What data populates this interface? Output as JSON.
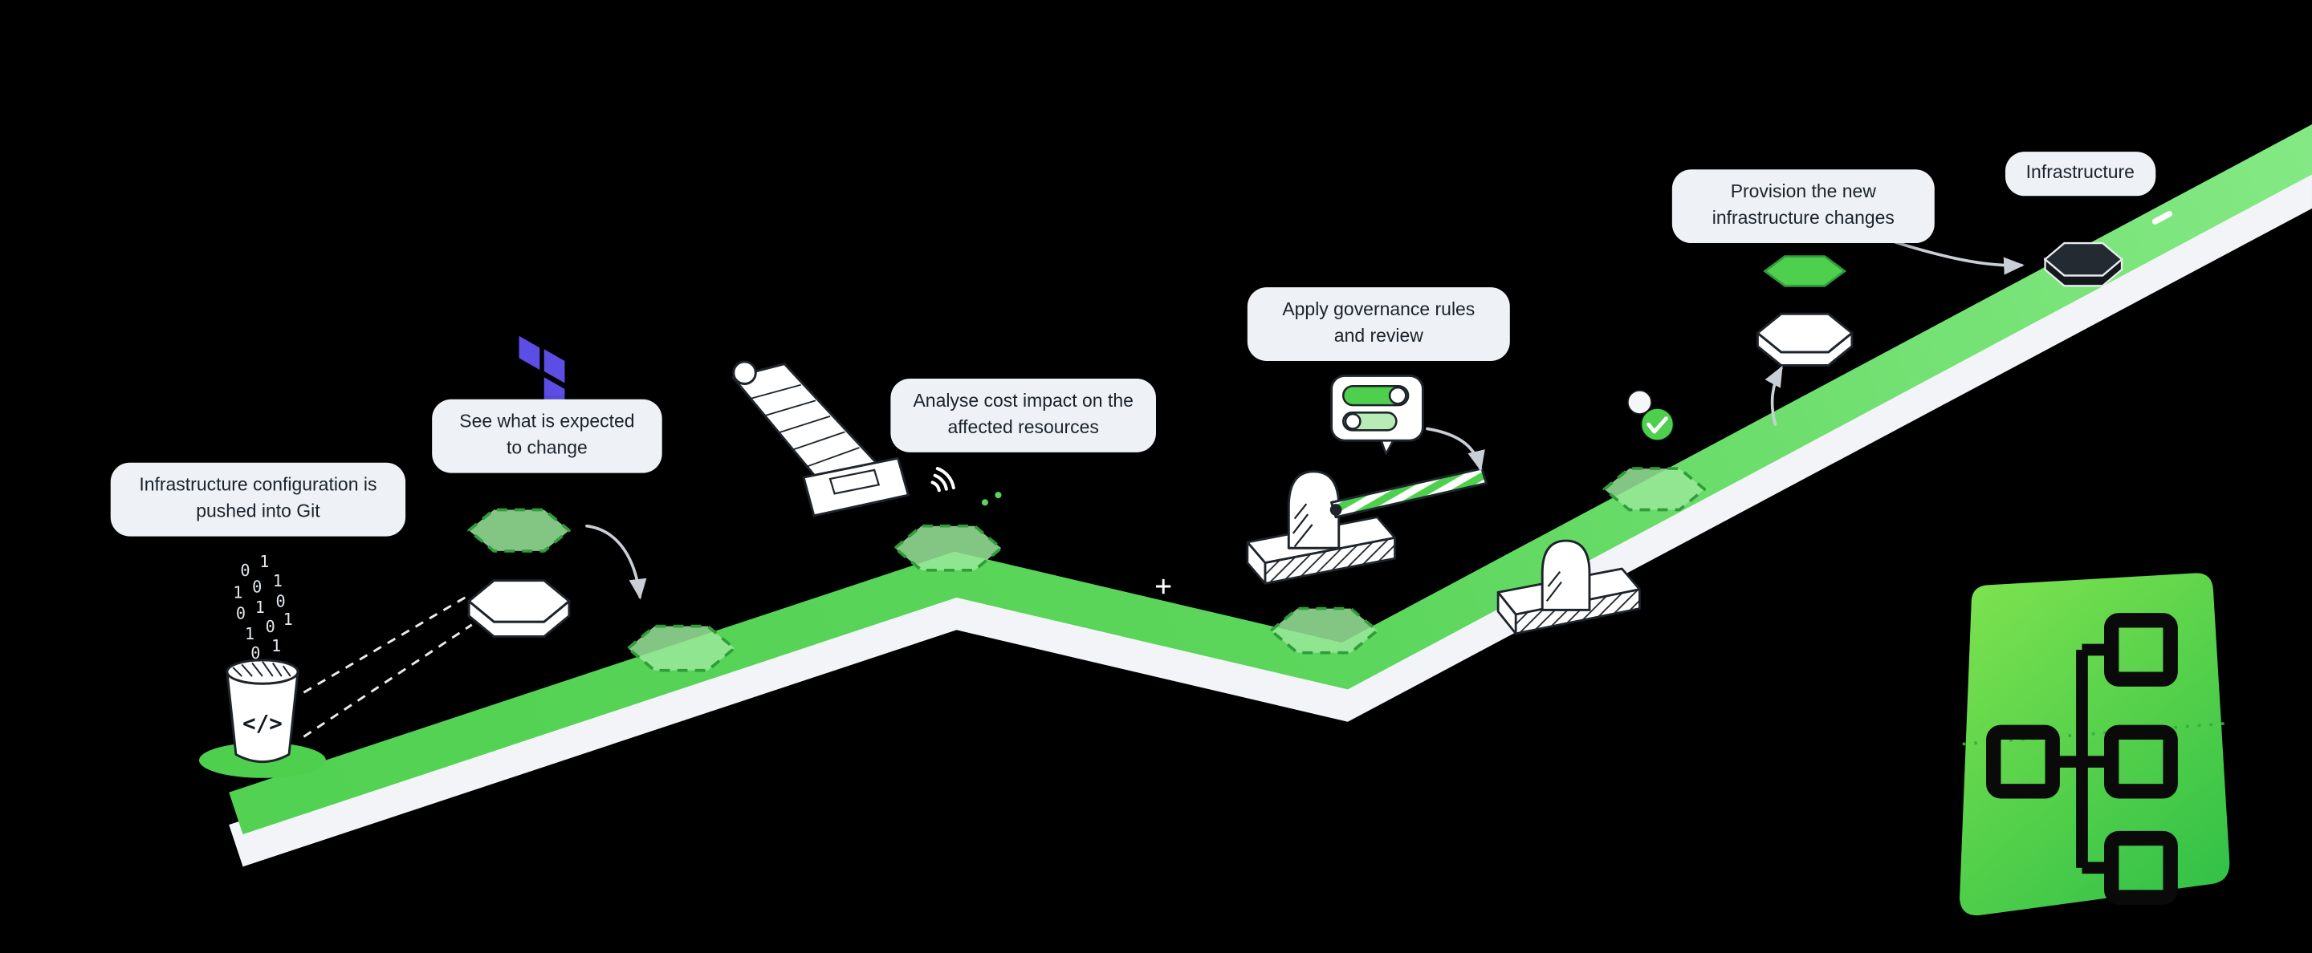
{
  "scene": {
    "description": "Infrastructure-as-code pipeline illustration on a green road",
    "background": "#000000"
  },
  "colors": {
    "background": "#000000",
    "road_green": "#58D658",
    "road_side_white": "#F2F4F7",
    "label_bg": "#EEF1F5",
    "label_text": "#1A232C",
    "terraform_purple": "#5C4EE5",
    "accent_green": "#4ECF4E",
    "hex_fill": "#9AE79A",
    "hex_stroke": "#2F9E3A",
    "arrow_gray": "#C9CFD6",
    "logo_green_top": "#7DE24F",
    "logo_green_bottom": "#30C047",
    "icon_black": "#0A0A0A"
  },
  "labels": [
    {
      "id": "step-1",
      "text": "Infrastructure configuration is pushed into Git"
    },
    {
      "id": "step-2",
      "text": "See what is expected to change"
    },
    {
      "id": "step-3",
      "text": "Analyse cost impact on the affected resources"
    },
    {
      "id": "step-4",
      "text": "Apply governance rules and review"
    },
    {
      "id": "step-5",
      "text": "Provision the new infrastructure changes"
    },
    {
      "id": "step-6",
      "text": "Infrastructure"
    }
  ],
  "cup": {
    "code_glyph": "</>",
    "bits": [
      "0",
      "1",
      "1",
      "0",
      "1",
      "0",
      "1",
      "0",
      "1",
      "0",
      "1",
      "0",
      "1"
    ]
  },
  "bubble": {
    "toggles": [
      {
        "state": "on"
      },
      {
        "state": "off"
      }
    ]
  },
  "icons": {
    "terraform_logo": "terraform-mark",
    "code_cup": "cylinder-with-code-glyph",
    "binary_stream": "raining-bits",
    "receipt": "cost-receipt-scroll",
    "signal_waves": "three-arcs",
    "chat_toggles": "policy-toggle-bubble",
    "toll_gate": "striped-barrier-gate",
    "approval_check": "check-circle",
    "sphere": "white-ball",
    "hex_stepping_stone": "flat-hexagon",
    "infrastructure_logo": "green-tree-hierarchy",
    "check_glyph": "✓"
  }
}
